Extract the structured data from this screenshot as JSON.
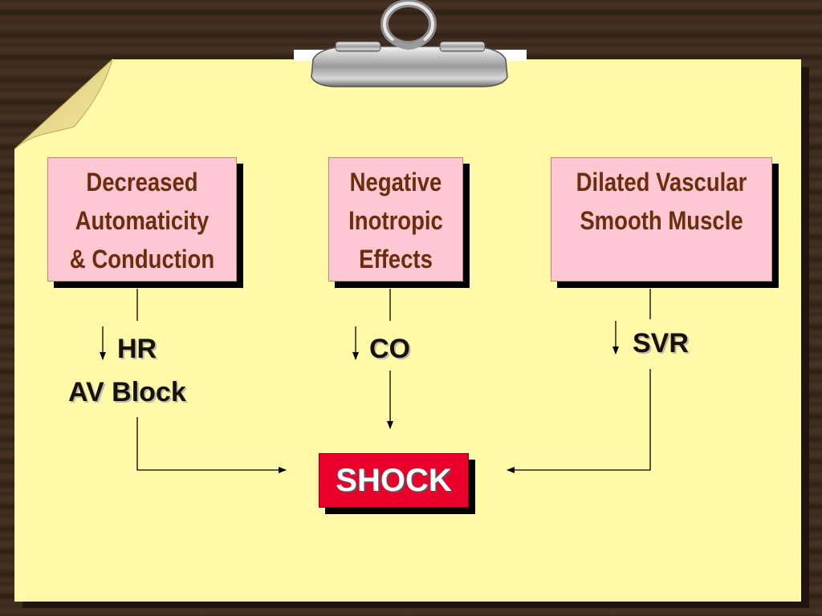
{
  "boxes": {
    "automaticity": {
      "lines": [
        "Decreased",
        "Automaticity",
        "& Conduction"
      ]
    },
    "inotropic": {
      "lines": [
        "Negative",
        "Inotropic",
        "Effects"
      ]
    },
    "vascular": {
      "lines": [
        "Dilated Vascular",
        "Smooth Muscle"
      ]
    }
  },
  "effects": {
    "hr": "HR",
    "av_block": "AV Block",
    "co": "CO",
    "svr": "SVR"
  },
  "outcome": {
    "label": "SHOCK"
  },
  "colors": {
    "paper": "#fff9a8",
    "box_fill": "#ffc8d3",
    "box_text": "#6b2d0b",
    "shock_fill": "#e8002a",
    "shock_text": "#ffffff",
    "wood": "#3b2a1d"
  }
}
